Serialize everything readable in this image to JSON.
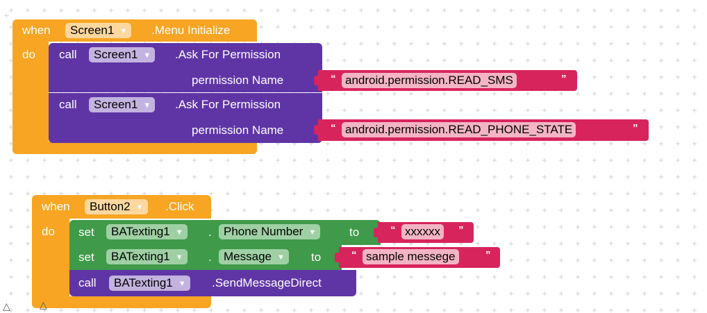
{
  "event1": {
    "when": "when",
    "component": "Screen1",
    "event": ".Menu Initialize",
    "do": "do",
    "calls": [
      {
        "call": "call",
        "component": "Screen1",
        "method": ".Ask For Permission",
        "param": "permission Name",
        "value": "android.permission.READ_SMS"
      },
      {
        "call": "call",
        "component": "Screen1",
        "method": ".Ask For Permission",
        "param": "permission Name",
        "value": "android.permission.READ_PHONE_STATE"
      }
    ]
  },
  "event2": {
    "when": "when",
    "component": "Button2",
    "event": ".Click",
    "do": "do",
    "sets": [
      {
        "set": "set",
        "component": "BATexting1",
        "dot": ".",
        "property": "Phone Number",
        "to": "to",
        "value": "xxxxxx"
      },
      {
        "set": "set",
        "component": "BATexting1",
        "dot": ".",
        "property": "Message",
        "to": "to",
        "value": "sample messege"
      }
    ],
    "call": {
      "call": "call",
      "component": "BATexting1",
      "method": ".SendMessageDirect"
    }
  },
  "symbols": {
    "dropdown": "▼",
    "quote_open": "“",
    "quote_close": "”",
    "collapse": "△"
  },
  "colors": {
    "event": "#f7a523",
    "component_call": "#5f35a6",
    "setter": "#3f9a4a",
    "text": "#d8245d"
  }
}
